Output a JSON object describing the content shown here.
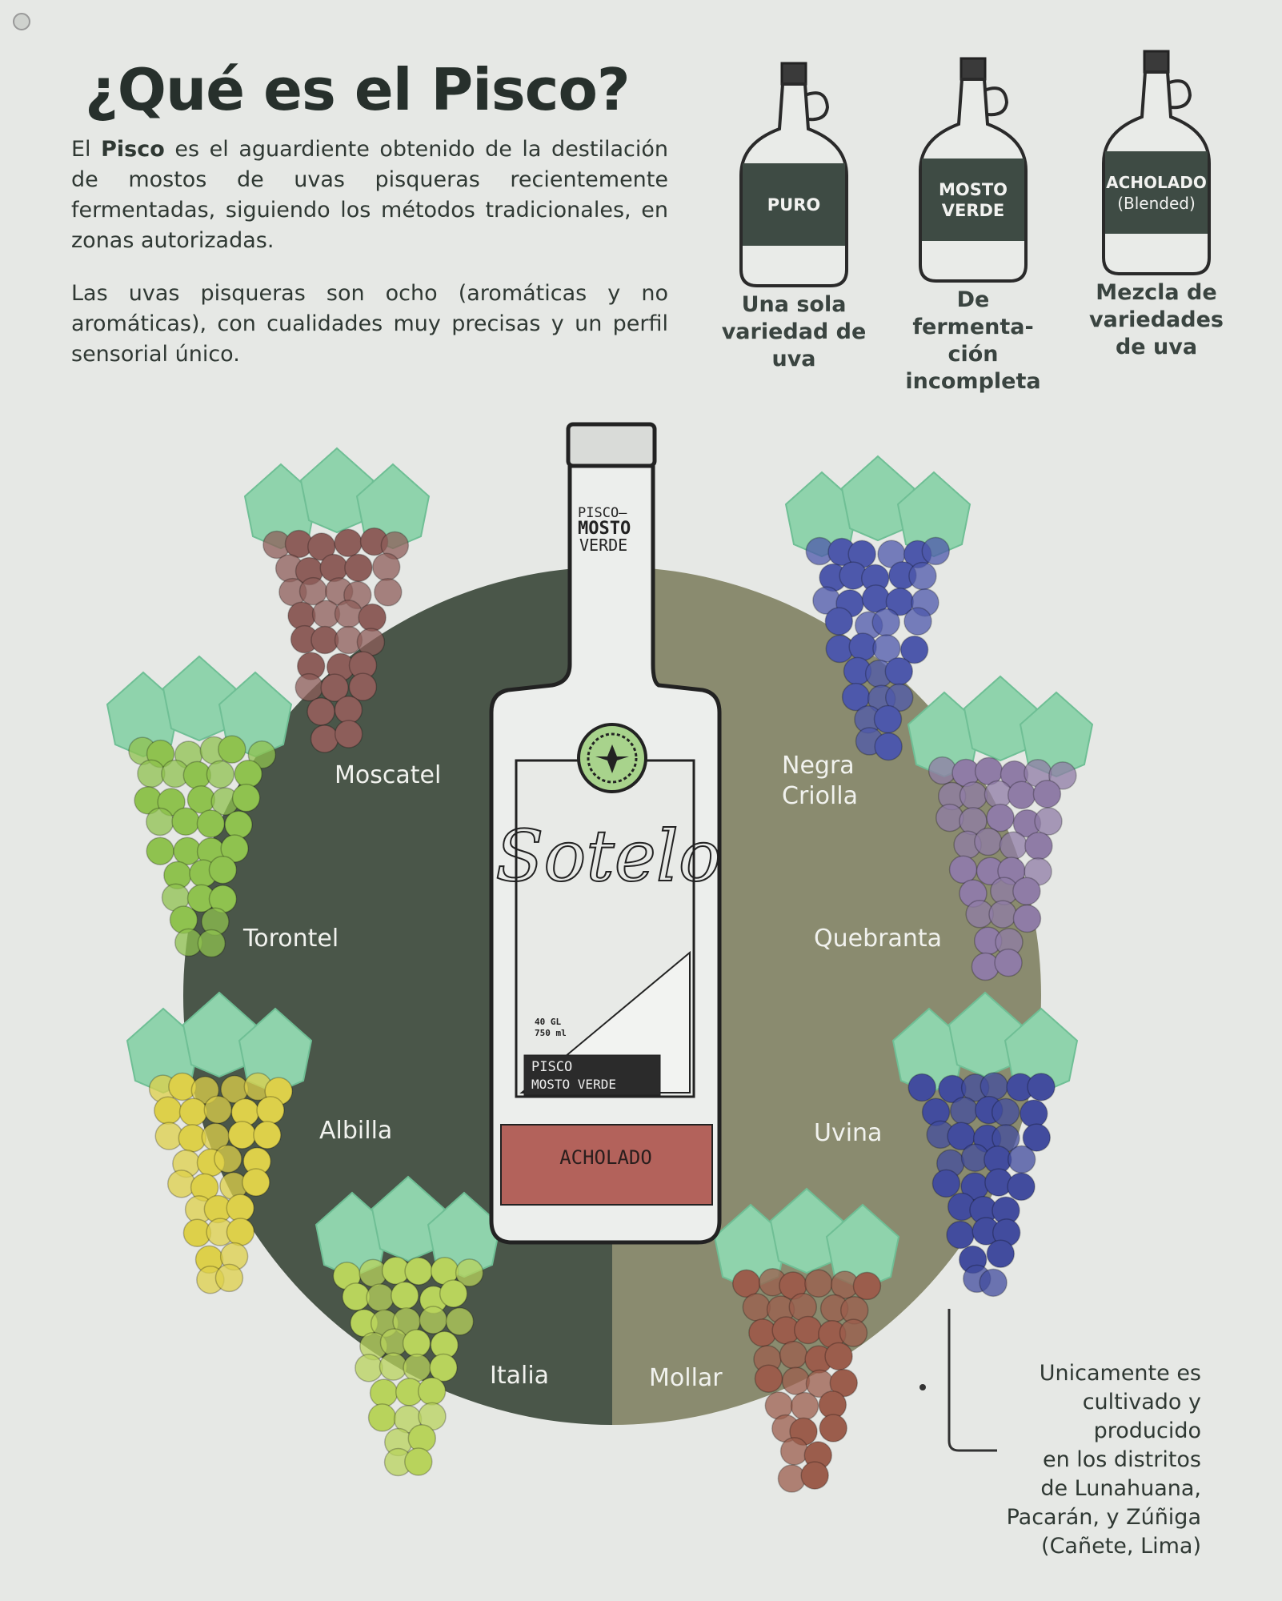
{
  "title": "¿Qué es el Pisco?",
  "intro": {
    "p1_before": "El ",
    "p1_bold": "Pisco",
    "p1_after": " es el aguardiente obtenido de la destilación de mostos de uvas pisqueras recientemente fermentadas, siguiendo los métodos tradicionales, en zonas autorizadas.",
    "p2": "Las uvas pisqueras son ocho (aromáticas y no aromáticas), con cualidades muy precisas y un perfil sensorial único."
  },
  "types": [
    {
      "label": "PURO",
      "sub": "",
      "caption": [
        "Una sola",
        "variedad de",
        "uva"
      ]
    },
    {
      "label": "MOSTO",
      "sub": "VERDE",
      "caption": [
        "De",
        "fermenta-",
        "ción",
        "incompleta"
      ]
    },
    {
      "label": "ACHOLADO",
      "sub": "(Blended)",
      "caption": [
        "Mezcla de",
        "variedades",
        "de uva"
      ]
    }
  ],
  "bottle": {
    "neck_label": [
      "PISCO—",
      "MOSTO",
      "VERDE"
    ],
    "brand": "Sotelo",
    "volume": [
      "40 GL",
      "750 ml"
    ],
    "box_label": [
      "PISCO",
      "MOSTO VERDE"
    ],
    "band_label": "ACHOLADO"
  },
  "grapes": [
    {
      "name": "Moscatel",
      "color": "#8d5e5a"
    },
    {
      "name": "Torontel",
      "color": "#8fc24f"
    },
    {
      "name": "Albilla",
      "color": "#ddd04a"
    },
    {
      "name": "Italia",
      "color": "#b8d35c"
    },
    {
      "name": "Negra Criolla",
      "color": "#4d58ab"
    },
    {
      "name": "Quebranta",
      "color": "#8f7ca6"
    },
    {
      "name": "Uvina",
      "color": "#424c9e"
    },
    {
      "name": "Mollar",
      "color": "#9b5d4c"
    }
  ],
  "colors": {
    "circle_left": "#4a5649",
    "circle_right": "#8a8b6f",
    "leaf": "#8fd3ac",
    "label_band": "#3e4b44",
    "bottle_band": "#b3625b"
  },
  "footnote": [
    "Unicamente es",
    "cultivado y",
    "producido",
    "en los distritos",
    "de Lunahuana,",
    "Pacarán, y Zúñiga",
    "(Cañete, Lima)"
  ]
}
